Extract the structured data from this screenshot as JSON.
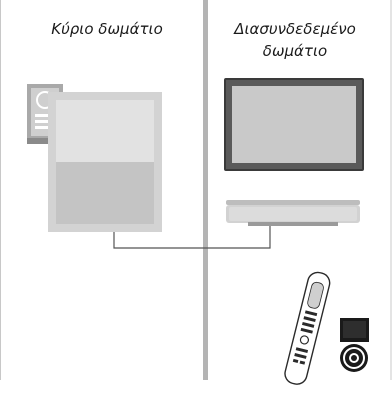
{
  "rooms": {
    "main_label": "Κύριο δωμάτιο",
    "linked_label_line1": "Διασυνδεδεμένο",
    "linked_label_line2": "δωμάτιο"
  },
  "colors": {
    "frame": "#c8c8c8",
    "divider": "#b4b4b4",
    "cable": "#555555",
    "screen_light": "#d6d6d6",
    "screen_dark": "#bdbdbd",
    "device_dark": "#1a1a1a"
  }
}
